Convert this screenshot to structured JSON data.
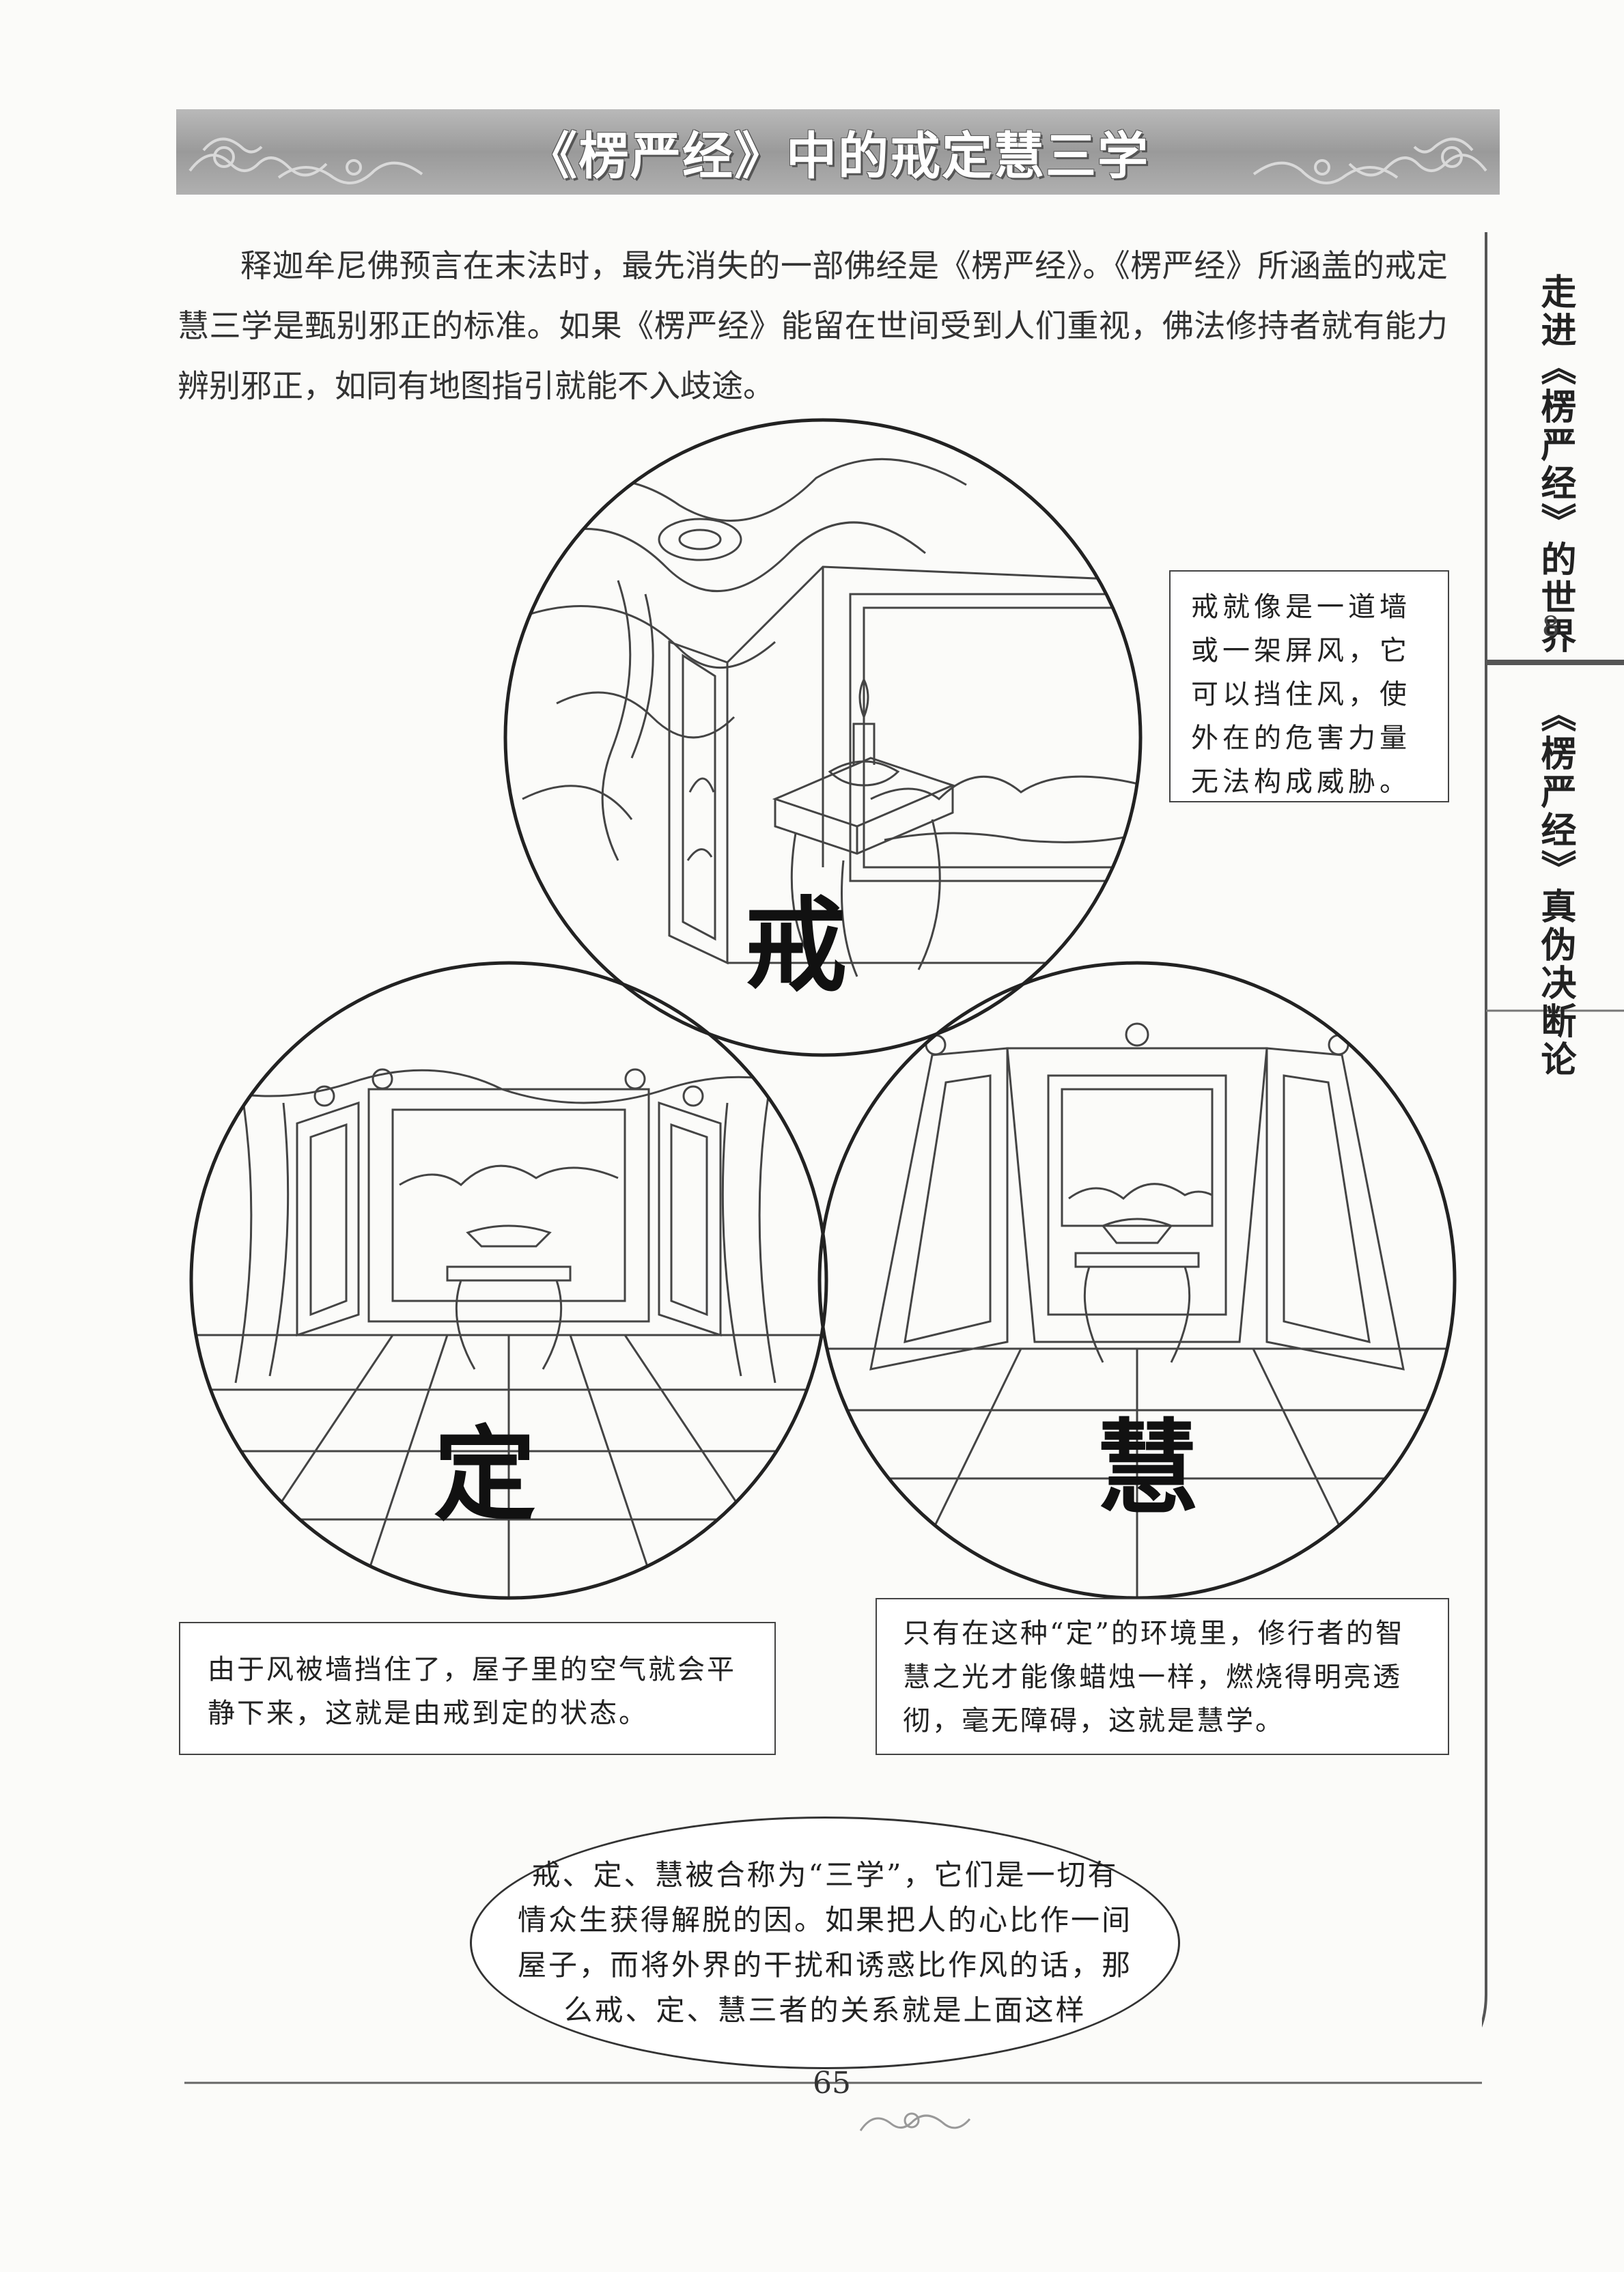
{
  "title": "《楞严经》中的戒定慧三学",
  "intro": "释迦牟尼佛预言在末法时，最先消失的一部佛经是《楞严经》。《楞严经》所涵盖的戒定慧三学是甄别邪正的标准。如果《楞严经》能留在世间受到人们重视，佛法修持者就有能力辨别邪正，如同有地图指引就能不入歧途。",
  "side_tab": {
    "section_title": "走进《楞严经》的世界",
    "section_number": "8",
    "subtitle": "《楞严经》真伪决断论"
  },
  "illustrations": {
    "jie": {
      "label": "戒",
      "caption": "戒就像是一道墙或一架屏风，它可以挡住风，使外在的危害力量无法构成威胁。"
    },
    "ding": {
      "label": "定",
      "caption": "由于风被墙挡住了，屋子里的空气就会平静下来，这就是由戒到定的状态。"
    },
    "hui": {
      "label": "慧",
      "caption": "只有在这种“定”的环境里，修行者的智慧之光才能像蜡烛一样，燃烧得明亮透彻，毫无障碍，这就是慧学。"
    }
  },
  "summary": "戒、定、慧被合称为“三学”，它们是一切有情众生获得解脱的因。如果把人的心比作一间屋子，而将外界的干扰和诱惑比作风的话，那么戒、定、慧三者的关系就是上面这样",
  "page_number": "65"
}
